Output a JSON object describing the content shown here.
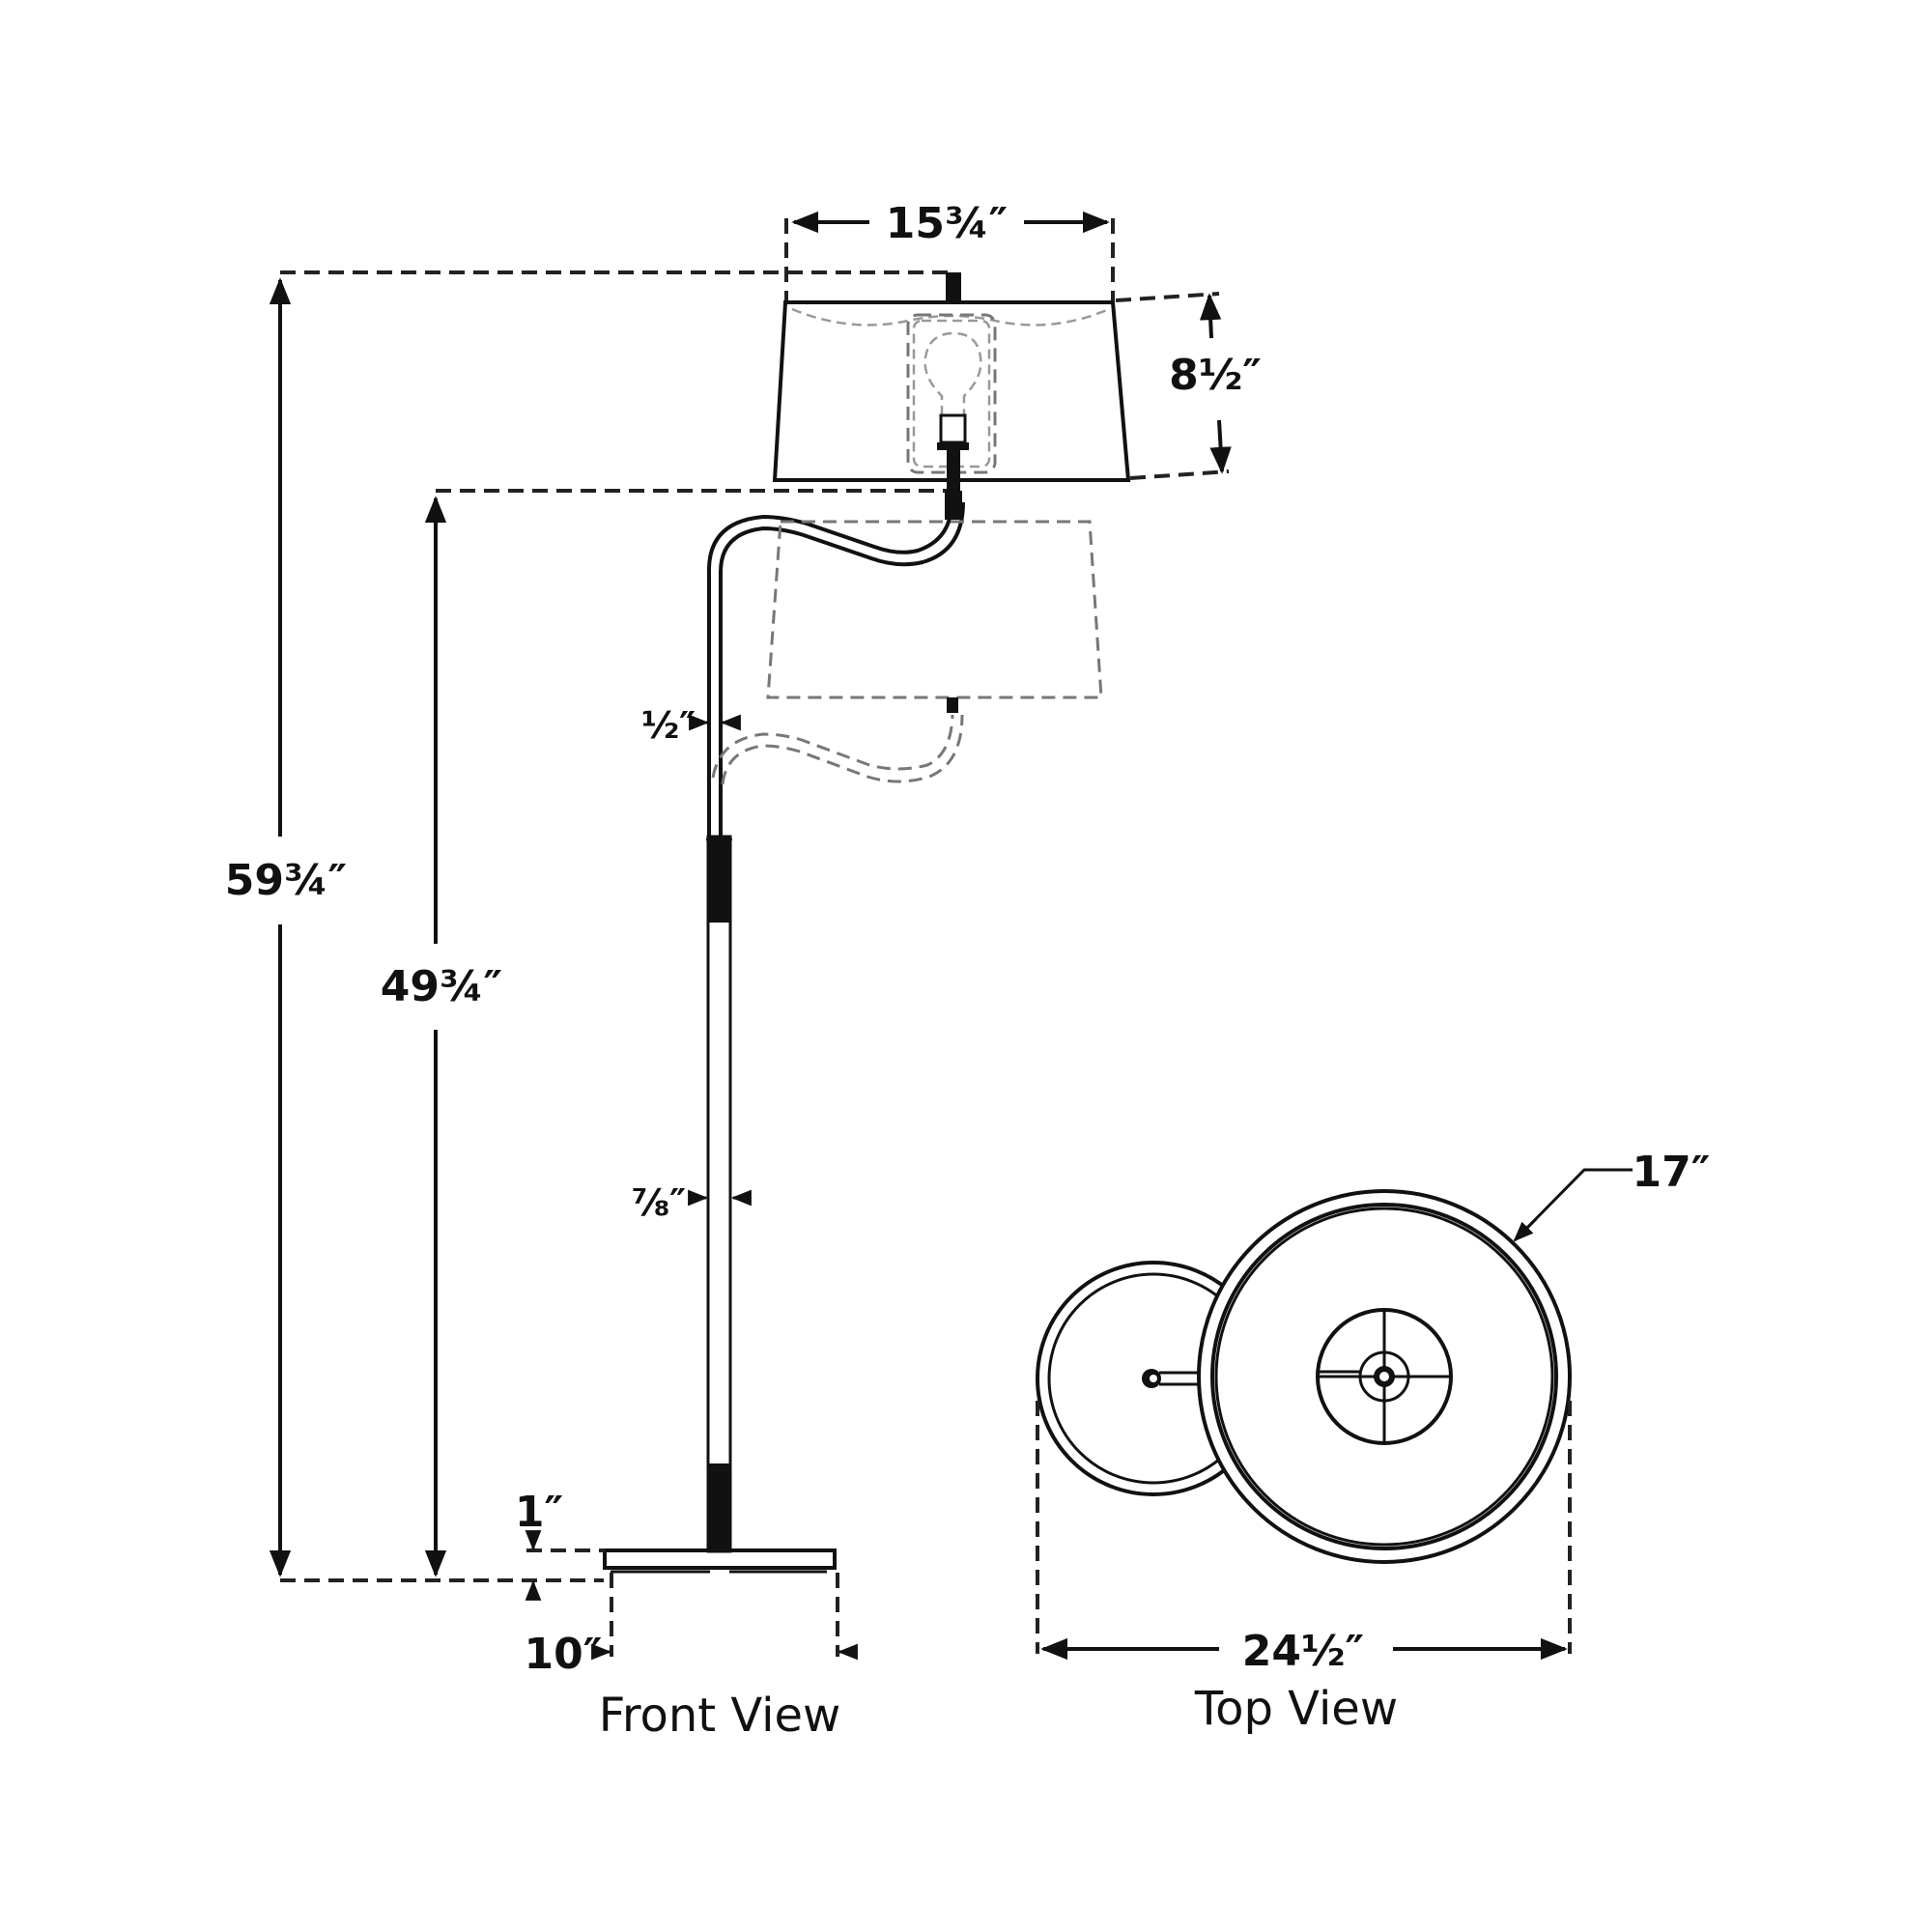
{
  "drawing": {
    "subject": "Swing-arm floor lamp dimension drawing",
    "stroke_color": "#111111",
    "ghost_color": "#777777",
    "background": "#ffffff"
  },
  "front_view": {
    "label": "Front View",
    "dimensions": {
      "shade_width": "15¾″",
      "shade_height": "8½″",
      "overall_height": "59¾″",
      "arm_height": "49¾″",
      "arm_diameter": "½″",
      "pole_diameter": "⅞″",
      "base_height": "1″",
      "base_diameter": "10″"
    }
  },
  "top_view": {
    "label": "Top View",
    "dimensions": {
      "shade_diameter": "17″",
      "overall_depth": "24½″"
    }
  }
}
